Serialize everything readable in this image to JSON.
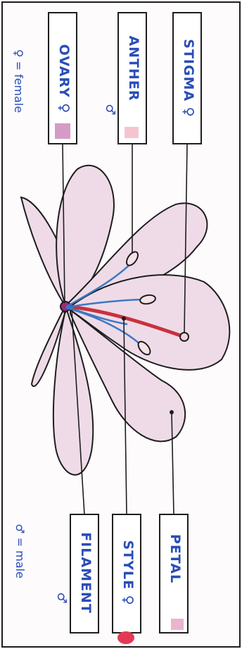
{
  "labels": {
    "ovary": "OVARY ♀",
    "anther": "ANTHER",
    "stigma": "STIGMA ♀",
    "filament": "FILAMENT",
    "style": "STYLE ♀",
    "petal": "PETAL"
  },
  "symbols": {
    "anther_male": "♂",
    "filament_male": "♂"
  },
  "notes": {
    "female_key": "♀ = female",
    "male_key": "♂ = male"
  },
  "colors": {
    "ink_blue": "#2a4db8",
    "petal_fill": "#efdbe8",
    "outline": "#1e1e1e",
    "pistil_red": "#c8323c",
    "stamen_blue": "#3b78c4"
  }
}
